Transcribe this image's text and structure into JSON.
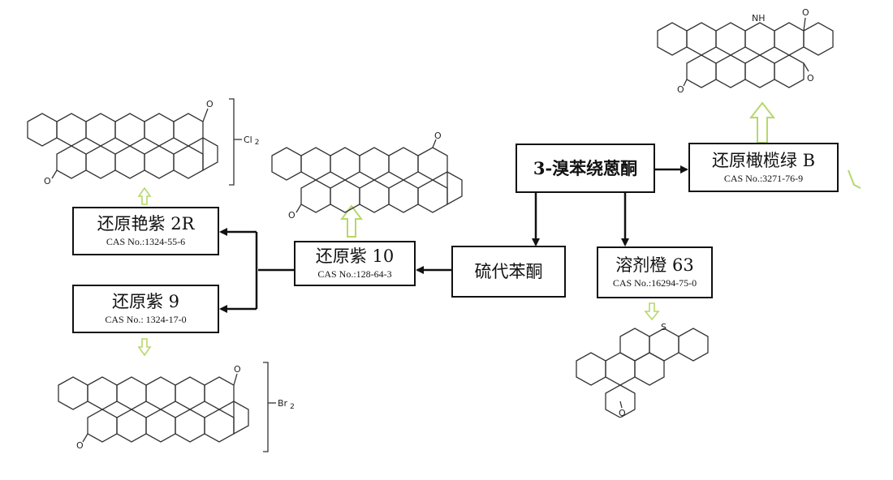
{
  "colors": {
    "line": "#111111",
    "structure": "#333333",
    "hollow_arrow": "#b5d86a"
  },
  "nodes": {
    "vat_violet_2r": {
      "name": "还原艳紫 2R",
      "cas": "CAS No.:1324-55-6"
    },
    "vat_violet_9": {
      "name": "还原紫 9",
      "cas": "CAS No.: 1324-17-0"
    },
    "vat_violet_10": {
      "name": "还原紫 10",
      "cas": "CAS No.:128-64-3"
    },
    "thio_benzanthrone": {
      "name": "硫代苯酮"
    },
    "bromobenzanthrone": {
      "name": "3-溴苯绕蒽酮"
    },
    "vat_olive_green_b": {
      "name": "还原橄榄绿 B",
      "cas": "CAS No.:3271-76-9"
    },
    "solvent_orange_63": {
      "name": "溶剂橙 63",
      "cas": "CAS No.:16294-75-0"
    }
  },
  "structures": {
    "violet_2r": {
      "o_top": "O",
      "o_bottom": "O",
      "substituent": "Cl",
      "subscript": "2"
    },
    "violet_9": {
      "o_top": "O",
      "o_bottom": "O",
      "substituent": "Br",
      "subscript": "2"
    },
    "violet_10": {
      "o_top": "O",
      "o_bottom": "O"
    },
    "olive_green_b": {
      "nh": "NH",
      "o_top": "O",
      "o_left": "O",
      "o_right": "O"
    },
    "orange_63": {
      "s": "S",
      "o_bottom": "O"
    }
  }
}
